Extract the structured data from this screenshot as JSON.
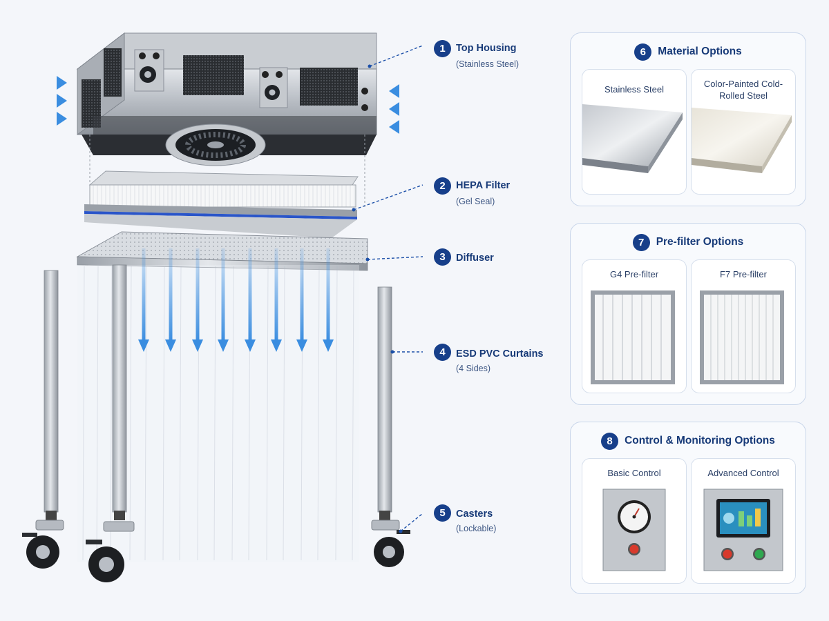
{
  "callouts": [
    {
      "num": "1",
      "title": "Top Housing",
      "sub": "(Stainless Steel)"
    },
    {
      "num": "2",
      "title": "HEPA Filter",
      "sub": "(Gel Seal)"
    },
    {
      "num": "3",
      "title": "Diffuser",
      "sub": ""
    },
    {
      "num": "4",
      "title": "ESD PVC Curtains",
      "sub": "(4 Sides)"
    },
    {
      "num": "5",
      "title": "Casters",
      "sub": "(Lockable)"
    }
  ],
  "panels": {
    "material": {
      "num": "6",
      "title": "Material Options",
      "options": [
        {
          "label": "Stainless Steel"
        },
        {
          "label": "Color-Painted Cold-Rolled Steel"
        }
      ]
    },
    "prefilter": {
      "num": "7",
      "title": "Pre-filter Options",
      "options": [
        {
          "label": "G4 Pre-filter"
        },
        {
          "label": "F7 Pre-filter"
        }
      ]
    },
    "control": {
      "num": "8",
      "title": "Control & Monitoring Options",
      "options": [
        {
          "label": "Basic Control"
        },
        {
          "label": "Advanced Control"
        }
      ]
    }
  },
  "colors": {
    "badge": "#173f8a",
    "airflow_arrow": "#3a8de0",
    "seal_blue": "#2a55c9",
    "panel_border": "#c9d6ea",
    "steel": "#b9bec5"
  },
  "icons": [
    "airflow-arrow",
    "fan",
    "gauge",
    "touchscreen",
    "red-button",
    "green-button"
  ]
}
